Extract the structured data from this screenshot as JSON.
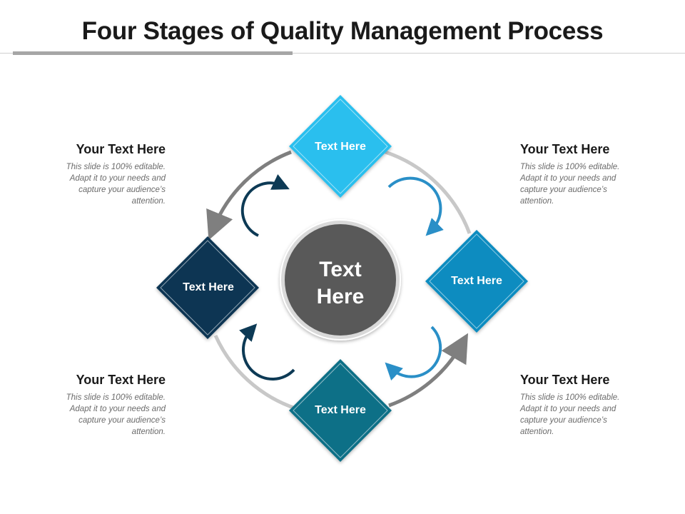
{
  "slide": {
    "title": "Four Stages of Quality Management Process"
  },
  "center": {
    "line1": "Text",
    "line2": "Here"
  },
  "stages": [
    {
      "label": "Text Here",
      "color": "#2bbfee"
    },
    {
      "label": "Text Here",
      "color": "#0a8cc0"
    },
    {
      "label": "Text Here",
      "color": "#0f6f87"
    },
    {
      "label": "Text Here",
      "color": "#0c3553"
    }
  ],
  "side_texts": [
    {
      "heading": "Your  Text Here",
      "body": "This slide is 100% editable. Adapt it to your needs and capture your audience’s attention."
    },
    {
      "heading": "Your  Text Here",
      "body": "This slide is 100% editable. Adapt it to your needs and capture your audience’s attention."
    },
    {
      "heading": "Your  Text Here",
      "body": "This slide is 100% editable. Adapt it to your needs and capture your audience’s attention."
    },
    {
      "heading": "Your  Text Here",
      "body": "This slide is 100% editable. Adapt it to your needs and capture your audience’s attention."
    }
  ],
  "colors": {
    "ring": "#c8c8c8",
    "ring_arrow": "#7f7f7f",
    "center_fill": "#595959",
    "inner_arrow_light": "#2a8fc7",
    "inner_arrow_dark": "#0d3a55"
  }
}
